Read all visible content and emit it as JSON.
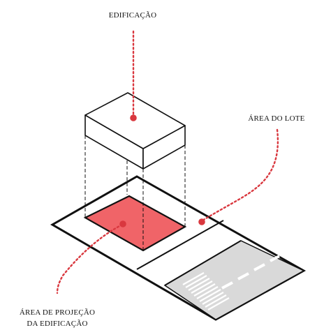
{
  "labels": {
    "building": "EDIFICAÇÃO",
    "lot_area": "ÁREA DO LOTE",
    "projection_line1": "ÁREA DE PROJEÇÃO",
    "projection_line2": "DA EDIFICAÇÃO"
  },
  "colors": {
    "line": "#111111",
    "projection_fill": "#F06468",
    "projection_stroke": "#111111",
    "road": "#D9D9D9",
    "road_marking": "#FFFFFF",
    "leader_dots": "#D9383F",
    "background": "#FFFFFF"
  },
  "icons": {
    "leader_marker": "red-dot-marker"
  }
}
